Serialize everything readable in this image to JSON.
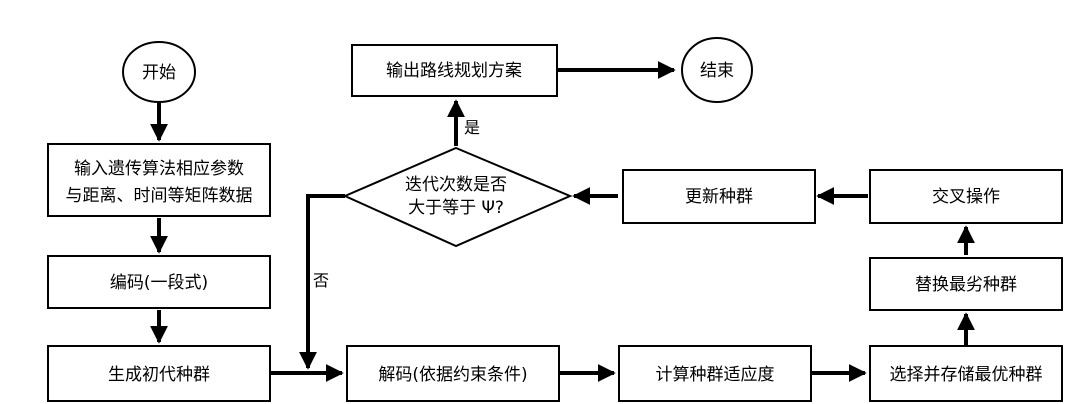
{
  "nodes": {
    "start": "开始",
    "input_line1": "输入遗传算法相应参数",
    "input_line2": "与距离、时间等矩阵数据",
    "encode": "编码(一段式)",
    "init_pop": "生成初代种群",
    "decode": "解码(依据约束条件)",
    "fitness": "计算种群适应度",
    "select": "选择并存储最优种群",
    "replace": "替换最劣种群",
    "crossover": "交叉操作",
    "update": "更新种群",
    "cond_line1": "迭代次数是否",
    "cond_line2": "大于等于 Ψ?",
    "output": "输出路线规划方案",
    "end": "结束"
  },
  "edge_labels": {
    "yes": "是",
    "no": "否"
  }
}
